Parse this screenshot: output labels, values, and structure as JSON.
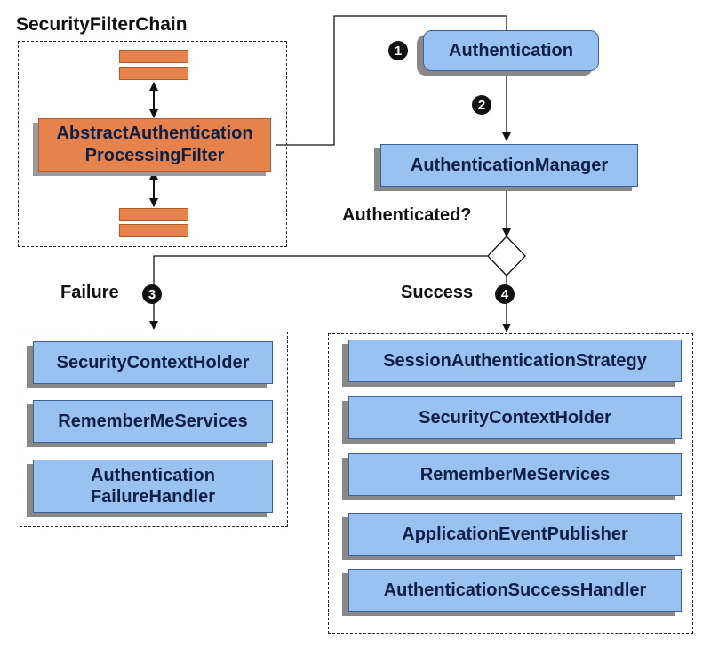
{
  "chain": {
    "title": "SecurityFilterChain",
    "filter_line1": "AbstractAuthentication",
    "filter_line2": "ProcessingFilter"
  },
  "steps": [
    "1",
    "2",
    "3",
    "4"
  ],
  "authentication": "Authentication",
  "manager": "AuthenticationManager",
  "decision": "Authenticated?",
  "failure": {
    "label": "Failure",
    "items": [
      "SecurityContextHolder",
      "RememberMeServices"
    ],
    "handler_line1": "Authentication",
    "handler_line2": "FailureHandler"
  },
  "success": {
    "label": "Success",
    "items": [
      "SessionAuthenticationStrategy",
      "SecurityContextHolder",
      "RememberMeServices",
      "ApplicationEventPublisher",
      "AuthenticationSuccessHandler"
    ]
  },
  "colors": {
    "box_fill": "#99c2f2",
    "filter_fill": "#e6824c",
    "step_badge": "#111111"
  }
}
